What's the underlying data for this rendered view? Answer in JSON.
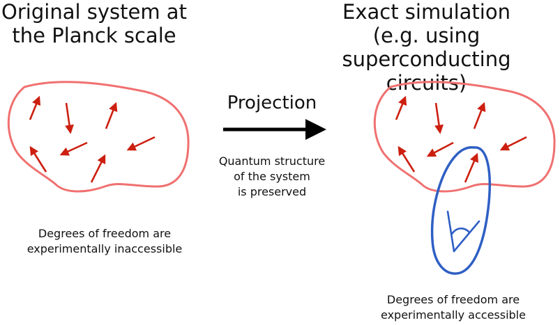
{
  "left": {
    "title": "Original system at\nthe Planck scale",
    "caption": "Degrees of freedom are\nexperimentally inaccessible"
  },
  "right": {
    "title": "Exact simulation\n(e.g. using superconducting\ncircuits)",
    "caption": "Degrees of freedom are\nexperimentally accessible"
  },
  "middle": {
    "label": "Projection",
    "note": "Quantum structure\nof the system\nis preserved"
  },
  "colors": {
    "blob_outline": "#f07070",
    "spin_arrow": "#cc1f10",
    "probe_outline": "#2f5fc4",
    "main_arrow": "#000000"
  },
  "icons": {
    "spin": "arrow-icon",
    "probe": "eye-icon",
    "projection": "right-arrow-icon"
  }
}
